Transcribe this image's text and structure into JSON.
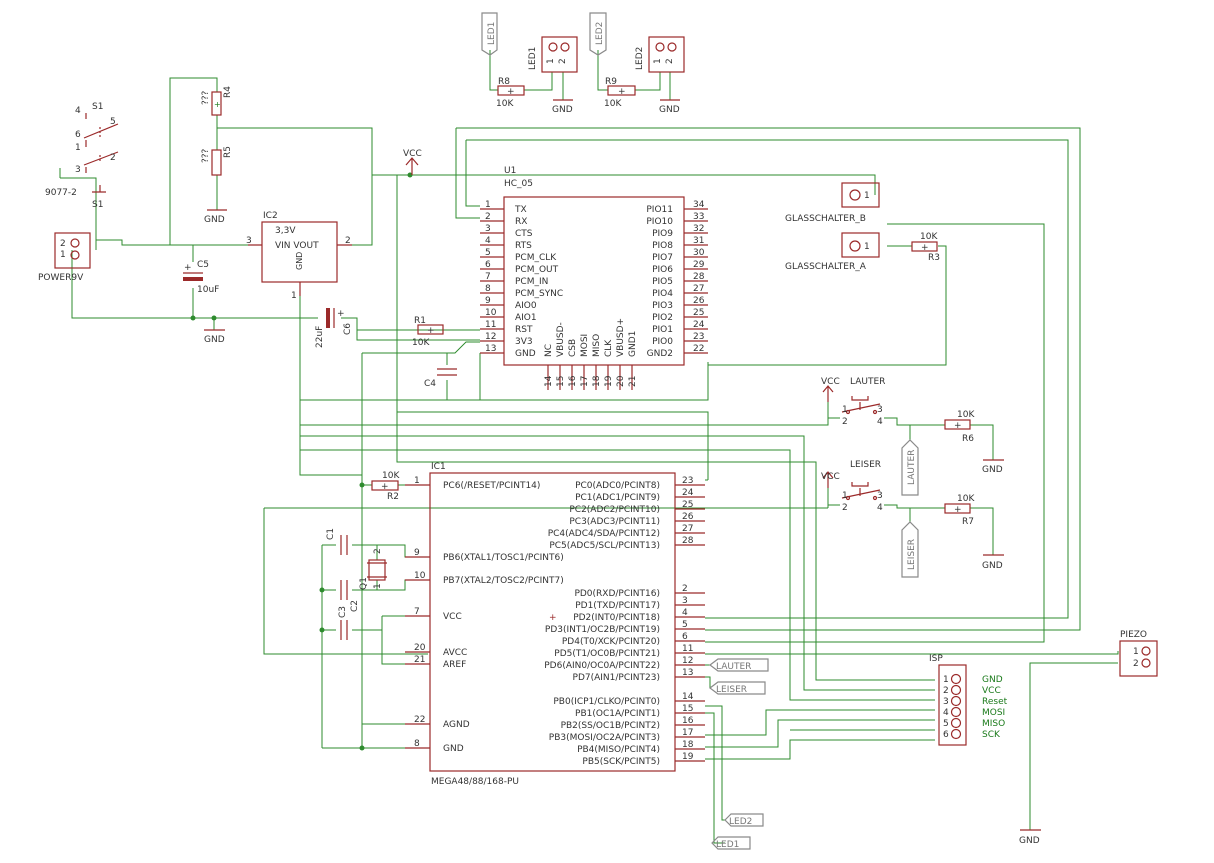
{
  "diagram": {
    "title": "",
    "parts": {
      "S1": {
        "ref": "S1",
        "value": "9077-2",
        "pins": [
          "4",
          "5",
          "6",
          "1",
          "3",
          "2"
        ]
      },
      "R4": {
        "ref": "R4",
        "value": "???"
      },
      "R5": {
        "ref": "R5",
        "value": "???"
      },
      "POWER": {
        "ref": "POWER9V",
        "pins": [
          "2",
          "1"
        ]
      },
      "C5": {
        "ref": "C5",
        "value": "10uF"
      },
      "IC2": {
        "ref": "IC2",
        "value": "3,3V",
        "label": "VIN VOUT",
        "gnd": "GND",
        "pins": [
          "3",
          "2",
          "1"
        ]
      },
      "C6": {
        "ref": "C6",
        "value": "22uF"
      },
      "U1": {
        "ref": "U1",
        "value": "HC_05"
      },
      "R1": {
        "ref": "R1",
        "value": "10K"
      },
      "C4": {
        "ref": "C4"
      },
      "R2": {
        "ref": "R2",
        "value": "10K"
      },
      "R3": {
        "ref": "R3",
        "value": "10K"
      },
      "R6": {
        "ref": "R6",
        "value": "10K"
      },
      "R7": {
        "ref": "R7",
        "value": "10K"
      },
      "R8": {
        "ref": "R8",
        "value": "10K"
      },
      "R9": {
        "ref": "R9",
        "value": "10K"
      },
      "LED1": {
        "ref": "LED1",
        "pins": [
          "1",
          "2"
        ]
      },
      "LED2": {
        "ref": "LED2",
        "pins": [
          "1",
          "2"
        ]
      },
      "C1": {
        "ref": "C1"
      },
      "C2": {
        "ref": "C2"
      },
      "C3": {
        "ref": "C3"
      },
      "Q1": {
        "ref": "Q1",
        "pins": [
          "2",
          "1"
        ]
      },
      "IC1": {
        "ref": "IC1",
        "value": "MEGA48/88/168-PU"
      },
      "ISP": {
        "ref": "ISP",
        "pins": [
          "1",
          "2",
          "3",
          "4",
          "5",
          "6"
        ],
        "signals": [
          "GND",
          "VCC",
          "Reset",
          "MOSI",
          "MISO",
          "SCK"
        ]
      },
      "PIEZO": {
        "ref": "PIEZO",
        "pins": [
          "1",
          "2"
        ]
      },
      "GLASS_B": {
        "ref": "GLASSCHALTER_B",
        "pin": "1"
      },
      "GLASS_A": {
        "ref": "GLASSCHALTER_A",
        "pin": "1"
      },
      "LAUTER": {
        "ref": "LAUTER",
        "pins": [
          "1",
          "2",
          "3",
          "4"
        ]
      },
      "LEISER": {
        "ref": "LEISER",
        "pins": [
          "1",
          "2",
          "3",
          "4"
        ]
      }
    },
    "hc05_left": [
      {
        "n": "1",
        "name": "TX"
      },
      {
        "n": "2",
        "name": "RX"
      },
      {
        "n": "3",
        "name": "CTS"
      },
      {
        "n": "4",
        "name": "RTS"
      },
      {
        "n": "5",
        "name": "PCM_CLK"
      },
      {
        "n": "6",
        "name": "PCM_OUT"
      },
      {
        "n": "7",
        "name": "PCM_IN"
      },
      {
        "n": "8",
        "name": "PCM_SYNC"
      },
      {
        "n": "9",
        "name": "AIO0"
      },
      {
        "n": "10",
        "name": "AIO1"
      },
      {
        "n": "11",
        "name": "RST"
      },
      {
        "n": "12",
        "name": "3V3"
      },
      {
        "n": "13",
        "name": "GND"
      }
    ],
    "hc05_right": [
      {
        "n": "34",
        "name": "PIO11"
      },
      {
        "n": "33",
        "name": "PIO10"
      },
      {
        "n": "32",
        "name": "PIO9"
      },
      {
        "n": "31",
        "name": "PIO8"
      },
      {
        "n": "30",
        "name": "PIO7"
      },
      {
        "n": "29",
        "name": "PIO6"
      },
      {
        "n": "28",
        "name": "PIO5"
      },
      {
        "n": "27",
        "name": "PIO4"
      },
      {
        "n": "26",
        "name": "PIO3"
      },
      {
        "n": "25",
        "name": "PIO2"
      },
      {
        "n": "24",
        "name": "PIO1"
      },
      {
        "n": "23",
        "name": "PIO0"
      },
      {
        "n": "22",
        "name": "GND2"
      }
    ],
    "hc05_bottom": [
      {
        "n": "14",
        "name": "NC"
      },
      {
        "n": "15",
        "name": "VBUSD-"
      },
      {
        "n": "16",
        "name": "CSB"
      },
      {
        "n": "17",
        "name": "MOSI"
      },
      {
        "n": "18",
        "name": "MISO"
      },
      {
        "n": "19",
        "name": "CLK"
      },
      {
        "n": "20",
        "name": "VBUSD+"
      },
      {
        "n": "21",
        "name": "GND1"
      }
    ],
    "mega_left": [
      {
        "n": "1",
        "name": "PC6(/RESET/PCINT14)"
      },
      {
        "n": "9",
        "name": "PB6(XTAL1/TOSC1/PCINT6)"
      },
      {
        "n": "10",
        "name": "PB7(XTAL2/TOSC2/PCINT7)"
      },
      {
        "n": "7",
        "name": "VCC"
      },
      {
        "n": "20",
        "name": "AVCC"
      },
      {
        "n": "21",
        "name": "AREF"
      },
      {
        "n": "22",
        "name": "AGND"
      },
      {
        "n": "8",
        "name": "GND"
      }
    ],
    "mega_right": [
      {
        "n": "23",
        "name": "PC0(ADC0/PCINT8)"
      },
      {
        "n": "24",
        "name": "PC1(ADC1/PCINT9)"
      },
      {
        "n": "25",
        "name": "PC2(ADC2/PCINT10)"
      },
      {
        "n": "26",
        "name": "PC3(ADC3/PCINT11)"
      },
      {
        "n": "27",
        "name": "PC4(ADC4/SDA/PCINT12)"
      },
      {
        "n": "28",
        "name": "PC5(ADC5/SCL/PCINT13)"
      },
      {
        "n": "2",
        "name": "PD0(RXD/PCINT16)"
      },
      {
        "n": "3",
        "name": "PD1(TXD/PCINT17)"
      },
      {
        "n": "4",
        "name": "PD2(INT0/PCINT18)"
      },
      {
        "n": "5",
        "name": "PD3(INT1/OC2B/PCINT19)"
      },
      {
        "n": "6",
        "name": "PD4(T0/XCK/PCINT20)"
      },
      {
        "n": "11",
        "name": "PD5(T1/OC0B/PCINT21)"
      },
      {
        "n": "12",
        "name": "PD6(AIN0/OC0A/PCINT22)"
      },
      {
        "n": "13",
        "name": "PD7(AIN1/PCINT23)"
      },
      {
        "n": "14",
        "name": "PB0(ICP1/CLKO/PCINT0)"
      },
      {
        "n": "15",
        "name": "PB1(OC1A/PCINT1)"
      },
      {
        "n": "16",
        "name": "PB2(SS/OC1B/PCINT2)"
      },
      {
        "n": "17",
        "name": "PB3(MOSI/OC2A/PCINT3)"
      },
      {
        "n": "18",
        "name": "PB4(MISO/PCINT4)"
      },
      {
        "n": "19",
        "name": "PB5(SCK/PCINT5)"
      }
    ],
    "net_labels": {
      "vcc": "VCC",
      "gnd": "GND",
      "lauter": "LAUTER",
      "leiser": "LEISER",
      "led1": "LED1",
      "led2": "LED2",
      "plus": "+"
    }
  }
}
